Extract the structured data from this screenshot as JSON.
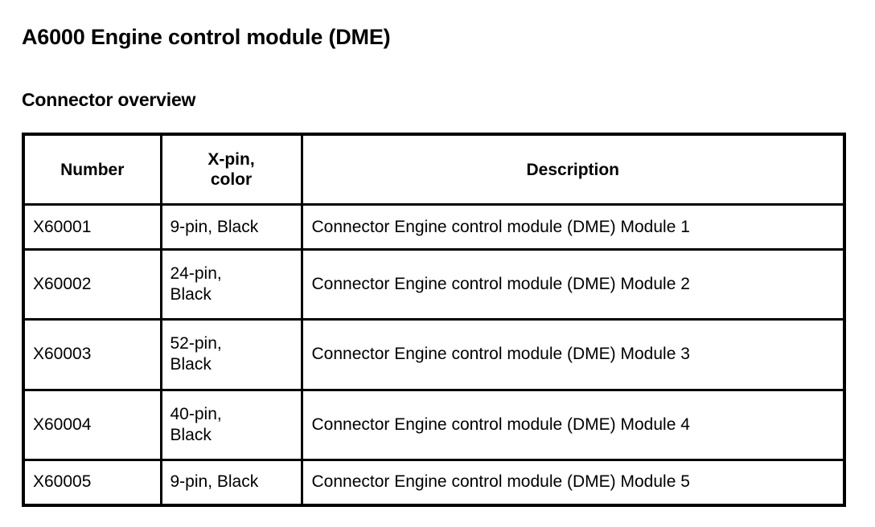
{
  "document": {
    "title": "A6000 Engine control module (DME)",
    "section_title": "Connector overview"
  },
  "table": {
    "headers": {
      "number": "Number",
      "xpin_line1": "X-pin,",
      "xpin_line2": "color",
      "description": "Description"
    },
    "rows": [
      {
        "number": "X60001",
        "xpin_line1": "9-pin, Black",
        "xpin_line2": "",
        "xpin_full": "9-pin, Black",
        "description": "Connector Engine control module (DME) Module 1",
        "height": "short"
      },
      {
        "number": "X60002",
        "xpin_line1": "24-pin,",
        "xpin_line2": "Black",
        "xpin_full": "24-pin, Black",
        "description": "Connector Engine control module (DME) Module 2",
        "height": "tall"
      },
      {
        "number": "X60003",
        "xpin_line1": "52-pin,",
        "xpin_line2": "Black",
        "xpin_full": "52-pin, Black",
        "description": "Connector Engine control module (DME) Module 3",
        "height": "tall"
      },
      {
        "number": "X60004",
        "xpin_line1": "40-pin,",
        "xpin_line2": "Black",
        "xpin_full": "40-pin, Black",
        "description": "Connector Engine control module (DME) Module 4",
        "height": "tall"
      },
      {
        "number": "X60005",
        "xpin_line1": "9-pin, Black",
        "xpin_line2": "",
        "xpin_full": "9-pin, Black",
        "description": "Connector Engine control module (DME) Module 5",
        "height": "short"
      }
    ]
  },
  "colors": {
    "page_background": "#ffffff",
    "text": "#000000",
    "table_border": "#000000"
  }
}
